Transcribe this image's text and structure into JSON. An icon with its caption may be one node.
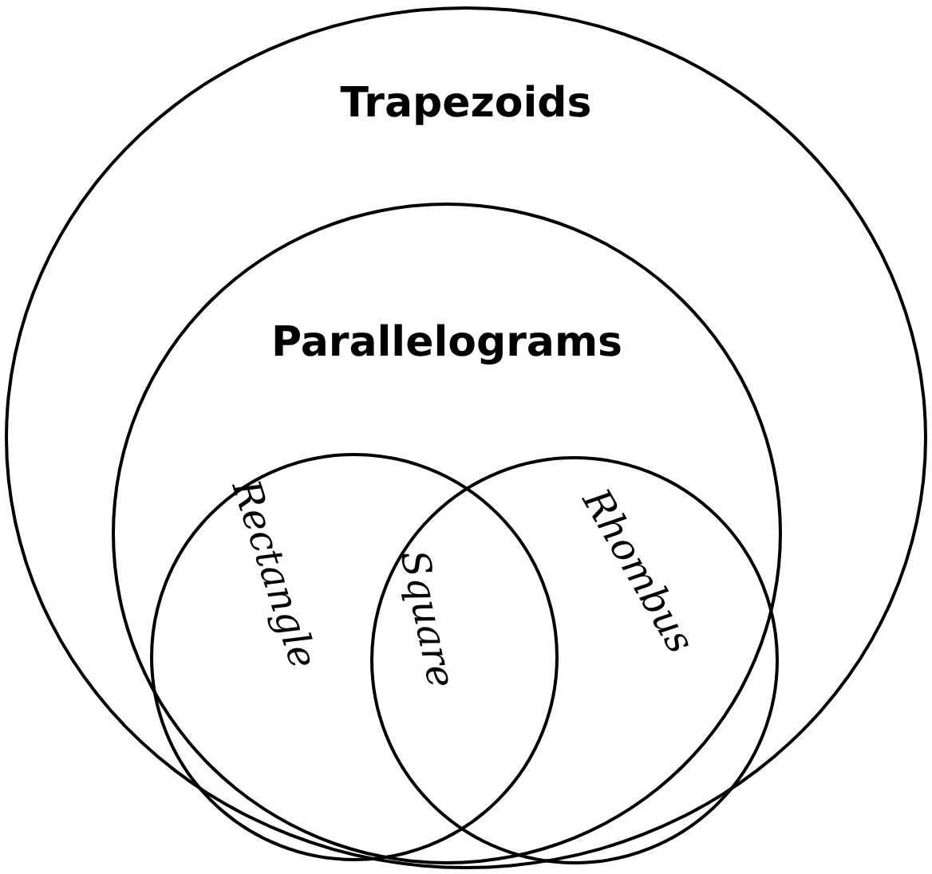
{
  "diagram": {
    "nodes": [
      {
        "text": [
          "Trapezoids"
        ]
      },
      {
        "text": [
          "Parallelograms"
        ],
        "in": 0
      },
      {
        "text": [
          "Rectangle"
        ],
        "in": 1
      },
      {
        "text": [
          "Rhombus"
        ],
        "in": 1
      }
    ],
    "labels": [
      "Square"
    ]
  }
}
